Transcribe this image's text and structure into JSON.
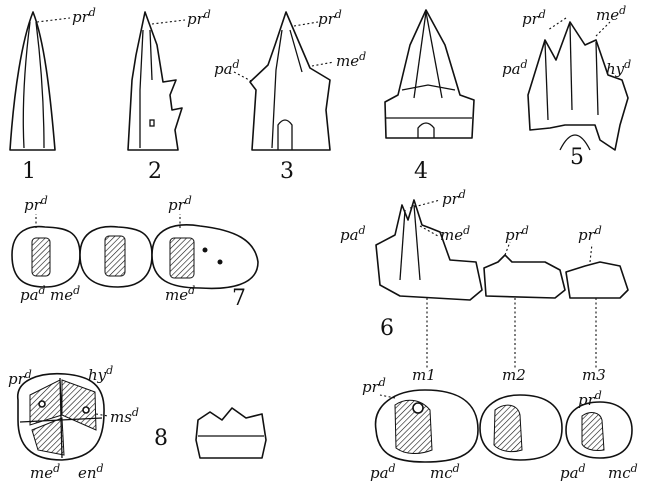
{
  "figures": {
    "f1": {
      "number": "1",
      "labels": {
        "pr": "pr"
      }
    },
    "f2": {
      "number": "2",
      "labels": {
        "pr": "pr"
      }
    },
    "f3": {
      "number": "3",
      "labels": {
        "pr": "pr",
        "pa": "pa",
        "me": "me"
      }
    },
    "f4": {
      "number": "4"
    },
    "f5": {
      "number": "5",
      "labels": {
        "pr": "pr",
        "me": "me",
        "pa": "pa",
        "hy": "hy"
      }
    },
    "f6": {
      "number": "6",
      "labels": {
        "pr": "pr",
        "pa": "pa",
        "me": "me",
        "pr2": "pr",
        "pr3": "pr"
      },
      "molars": {
        "m1": "m1",
        "m2": "m2",
        "m3": "m3"
      },
      "crown_labels": {
        "pr": "pr",
        "pa": "pa",
        "mc": "mc",
        "pr3": "pr",
        "pa3": "pa",
        "mc3": "mc"
      }
    },
    "f7": {
      "number": "7",
      "labels": {
        "pr": "pr",
        "pr2": "pr",
        "pa": "pa",
        "me": "me",
        "me2": "me"
      }
    },
    "f8": {
      "number": "8",
      "labels": {
        "pr": "pr",
        "hy": "hy",
        "ms": "ms",
        "me": "me",
        "en": "en"
      }
    }
  },
  "superscript": "d"
}
